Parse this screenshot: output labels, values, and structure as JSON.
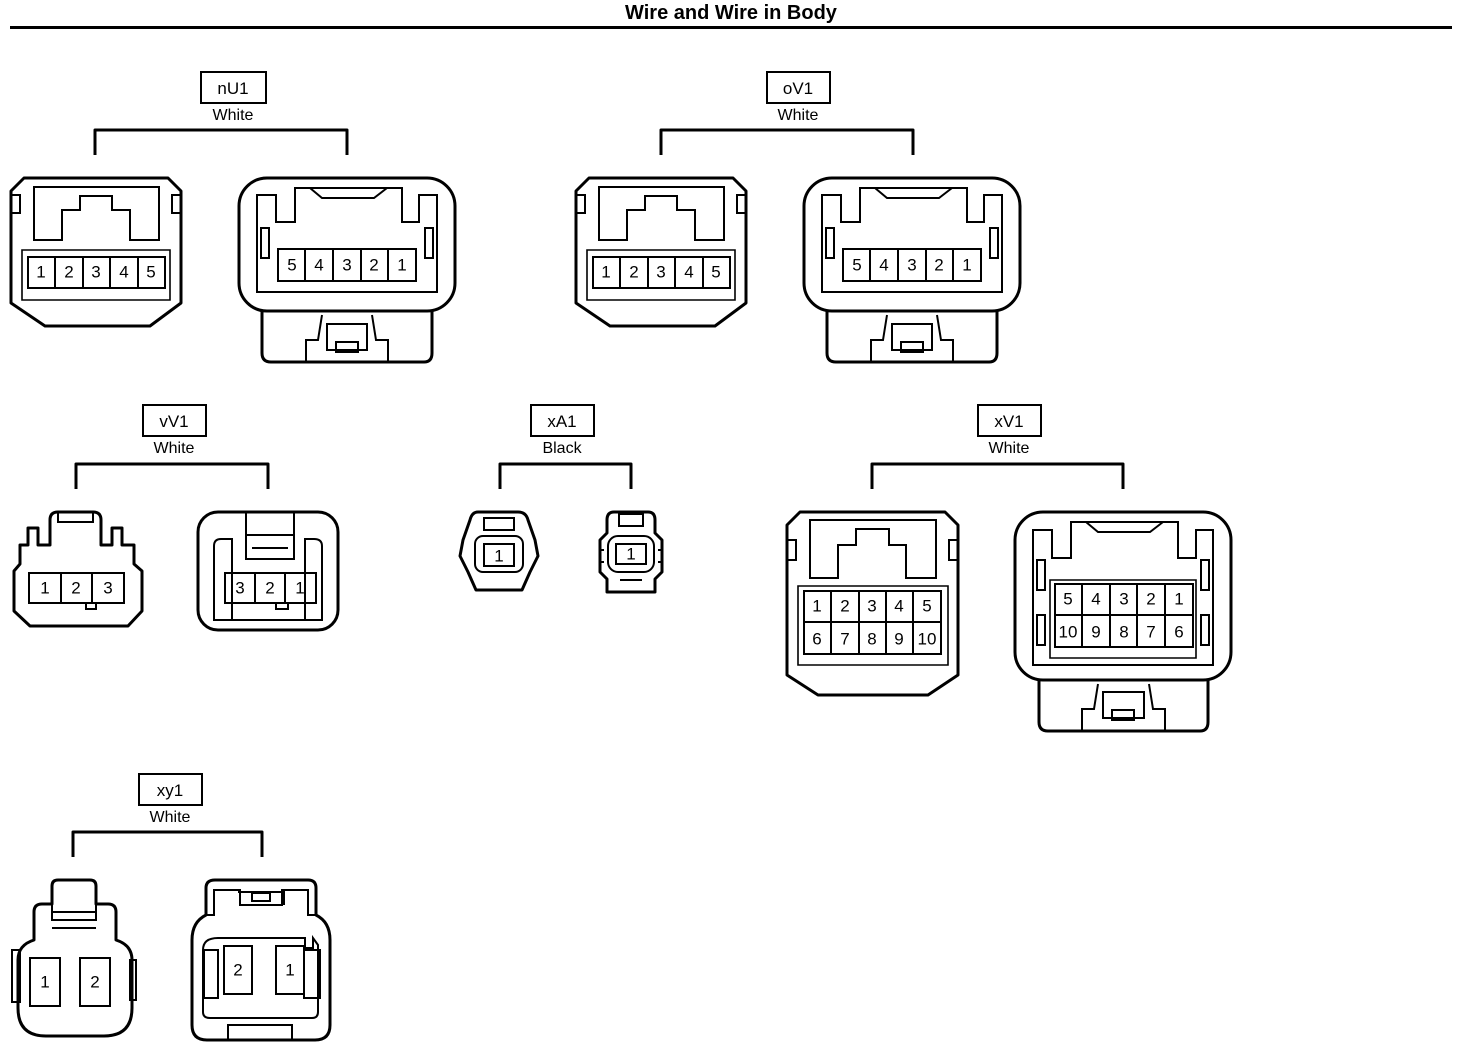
{
  "title": "Wire and Wire in Body",
  "connectors": [
    {
      "id": "nU1",
      "color": "White",
      "left_pins": [
        "1",
        "2",
        "3",
        "4",
        "5"
      ],
      "right_pins": [
        "5",
        "4",
        "3",
        "2",
        "1"
      ]
    },
    {
      "id": "oV1",
      "color": "White",
      "left_pins": [
        "1",
        "2",
        "3",
        "4",
        "5"
      ],
      "right_pins": [
        "5",
        "4",
        "3",
        "2",
        "1"
      ]
    },
    {
      "id": "vV1",
      "color": "White",
      "left_pins": [
        "1",
        "2",
        "3"
      ],
      "right_pins": [
        "3",
        "2",
        "1"
      ]
    },
    {
      "id": "xA1",
      "color": "Black",
      "left_pins": [
        "1"
      ],
      "right_pins": [
        "1"
      ]
    },
    {
      "id": "xV1",
      "color": "White",
      "left_pins": [
        "1",
        "2",
        "3",
        "4",
        "5",
        "6",
        "7",
        "8",
        "9",
        "10"
      ],
      "right_pins": [
        "5",
        "4",
        "3",
        "2",
        "1",
        "10",
        "9",
        "8",
        "7",
        "6"
      ]
    },
    {
      "id": "xy1",
      "color": "White",
      "left_pins": [
        "1",
        "2"
      ],
      "right_pins": [
        "2",
        "1"
      ]
    }
  ]
}
